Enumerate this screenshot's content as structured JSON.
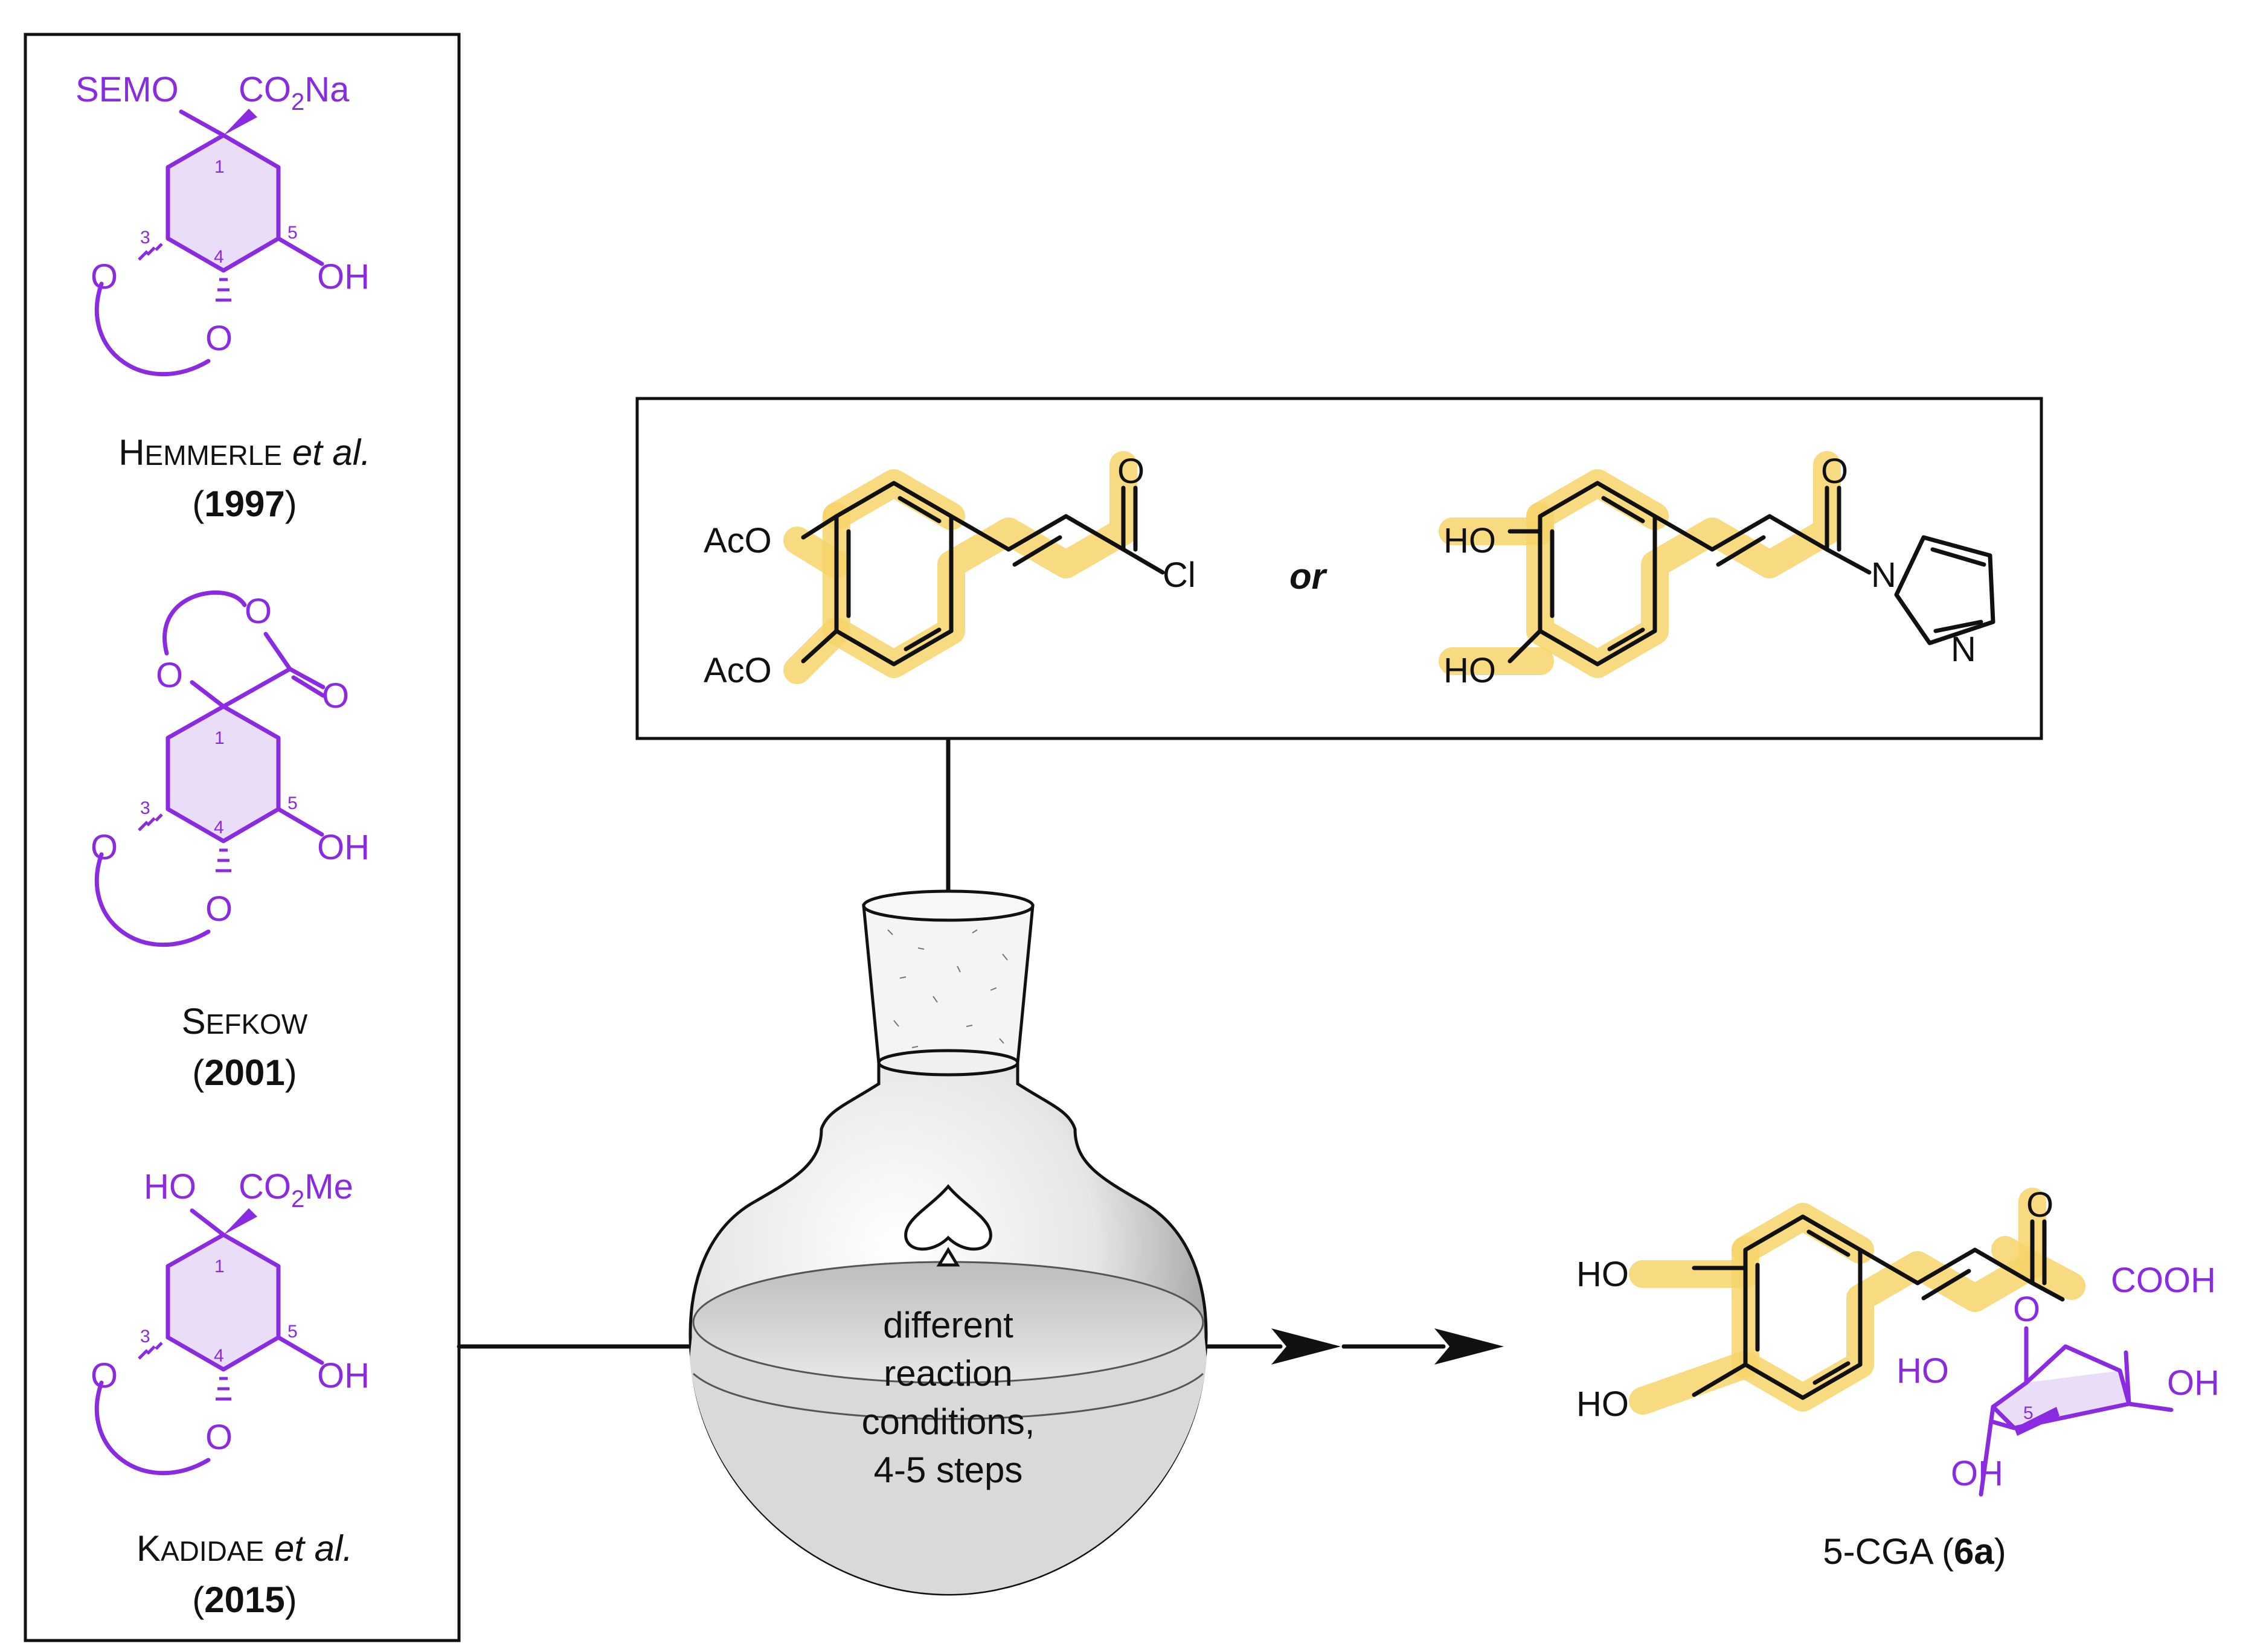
{
  "colors": {
    "quinic": "#8a2be2",
    "caffeoyl_highlight": "#f7d46a",
    "text": "#111111",
    "flask_shading": "#cfcfcf"
  },
  "left_panel": {
    "entries": [
      {
        "substituent_left": "SEMO",
        "substituent_right_pre": "CO",
        "substituent_right_sub": "2",
        "substituent_right_post": "Na",
        "locants": [
          "1",
          "3",
          "4",
          "5"
        ],
        "oxygens": [
          "O",
          "O"
        ],
        "hydroxyl": "OH",
        "author_initial": "H",
        "author_rest": "EMMERLE",
        "etal": "et al.",
        "year": "1997"
      },
      {
        "ring_oxygen": "O",
        "carbonyl_oxygen": "O",
        "ring_oxygen_2": "O",
        "locants": [
          "1",
          "3",
          "4",
          "5"
        ],
        "oxygens": [
          "O",
          "O"
        ],
        "hydroxyl": "OH",
        "author_initial": "S",
        "author_rest": "EFKOW",
        "year": "2001"
      },
      {
        "substituent_left": "HO",
        "substituent_right_pre": "CO",
        "substituent_right_sub": "2",
        "substituent_right_post": "Me",
        "locants": [
          "1",
          "3",
          "4",
          "5"
        ],
        "oxygens": [
          "O",
          "O"
        ],
        "hydroxyl": "OH",
        "author_initial": "K",
        "author_rest": "ADIDAE",
        "etal": "et al.",
        "year": "2015"
      }
    ]
  },
  "reagent_box": {
    "left": {
      "acetoxy_top": "AcO",
      "acetoxy_bottom": "AcO",
      "carbonyl_o": "O",
      "chloride": "Cl"
    },
    "connector": "or",
    "right": {
      "hydroxy_top": "HO",
      "hydroxy_bottom": "HO",
      "carbonyl_o": "O",
      "imidazole_n1": "N",
      "imidazole_n3": "N"
    }
  },
  "flask": {
    "symbol": "spade-icon",
    "conditions": [
      "different",
      "reaction",
      "conditions,",
      "4-5 steps"
    ]
  },
  "product": {
    "hydroxy_top": "HO",
    "hydroxy_bottom": "HO",
    "carbonyl_o": "O",
    "ester_o": "O",
    "acid": "COOH",
    "oh_c1": "OH",
    "ho_ring": "HO",
    "oh_bottom": "OH",
    "locant": "5",
    "label_pre": "5-CGA (",
    "label_bold": "6a",
    "label_post": ")"
  }
}
